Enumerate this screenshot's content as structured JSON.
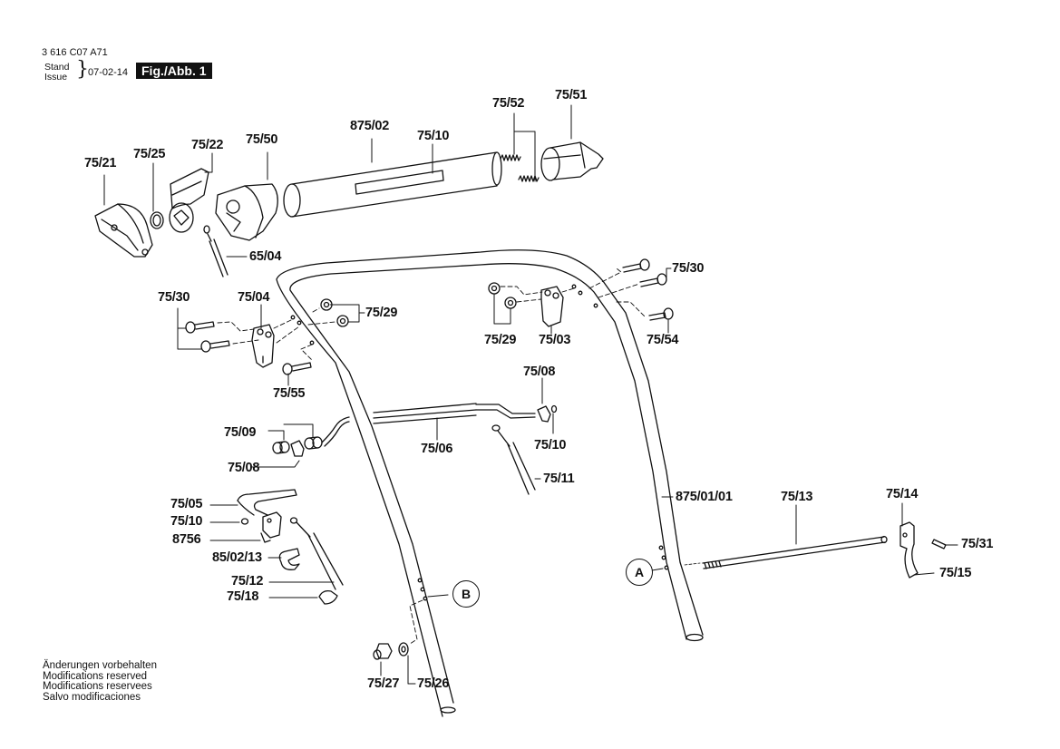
{
  "header": {
    "doc_number": "3 616 C07 A71",
    "stand_label": "Stand",
    "issue_label": "Issue",
    "date": "07-02-14",
    "figure_label": "Fig./Abb. 1"
  },
  "notes": [
    "Änderungen vorbehalten",
    "Modifications reserved",
    "Modifications reservees",
    "Salvo modificaciones"
  ],
  "callouts": {
    "c_75_21": "75/21",
    "c_75_25": "75/25",
    "c_75_22": "75/22",
    "c_75_50": "75/50",
    "c_875_02": "875/02",
    "c_75_10_tube": "75/10",
    "c_75_52": "75/52",
    "c_75_51": "75/51",
    "c_65_04": "65/04",
    "c_75_30_left": "75/30",
    "c_75_04": "75/04",
    "c_75_29_left": "75/29",
    "c_75_55": "75/55",
    "c_75_30_right": "75/30",
    "c_75_29_right": "75/29",
    "c_75_03": "75/03",
    "c_75_54": "75/54",
    "c_75_08_right": "75/08",
    "c_75_10_right": "75/10",
    "c_75_09": "75/09",
    "c_75_06": "75/06",
    "c_75_08_left": "75/08",
    "c_75_11": "75/11",
    "c_75_05": "75/05",
    "c_75_10_lever": "75/10",
    "c_8756": "8756",
    "c_85_02_13": "85/02/13",
    "c_75_12": "75/12",
    "c_75_18": "75/18",
    "c_75_27": "75/27",
    "c_75_26": "75/26",
    "c_875_01_01": "875/01/01",
    "c_75_13": "75/13",
    "c_75_14": "75/14",
    "c_75_31": "75/31",
    "c_75_15": "75/15"
  },
  "reference_markers": {
    "a": "A",
    "b": "B"
  }
}
